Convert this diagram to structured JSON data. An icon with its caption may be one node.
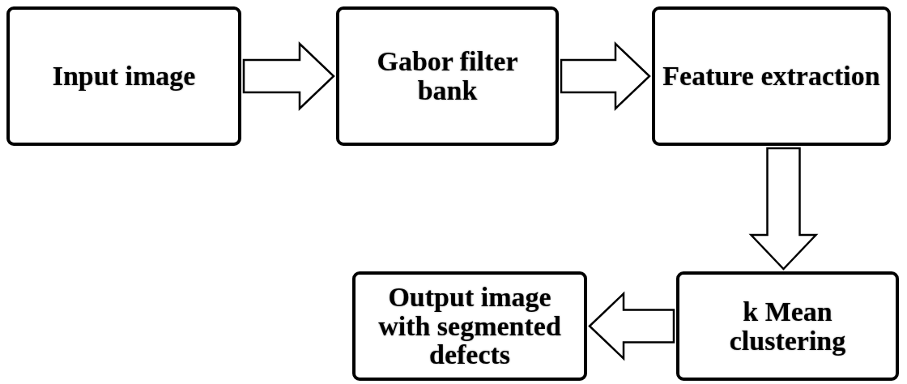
{
  "diagram": {
    "nodes": [
      {
        "text": [
          "Input image"
        ]
      },
      {
        "text": [
          "Gabor filter bank"
        ]
      },
      {
        "text": [
          "Feature extraction"
        ]
      },
      {
        "text": [
          "k Mean clustering"
        ]
      },
      {
        "text": [
          "Output image with segmented defects"
        ]
      }
    ],
    "edges": [
      {
        "from": 0,
        "to": 1,
        "arrow": "to"
      },
      {
        "from": 1,
        "to": 2,
        "arrow": "to"
      },
      {
        "from": 2,
        "to": 3,
        "arrow": "to"
      },
      {
        "from": 3,
        "to": 4,
        "arrow": "to"
      }
    ]
  }
}
